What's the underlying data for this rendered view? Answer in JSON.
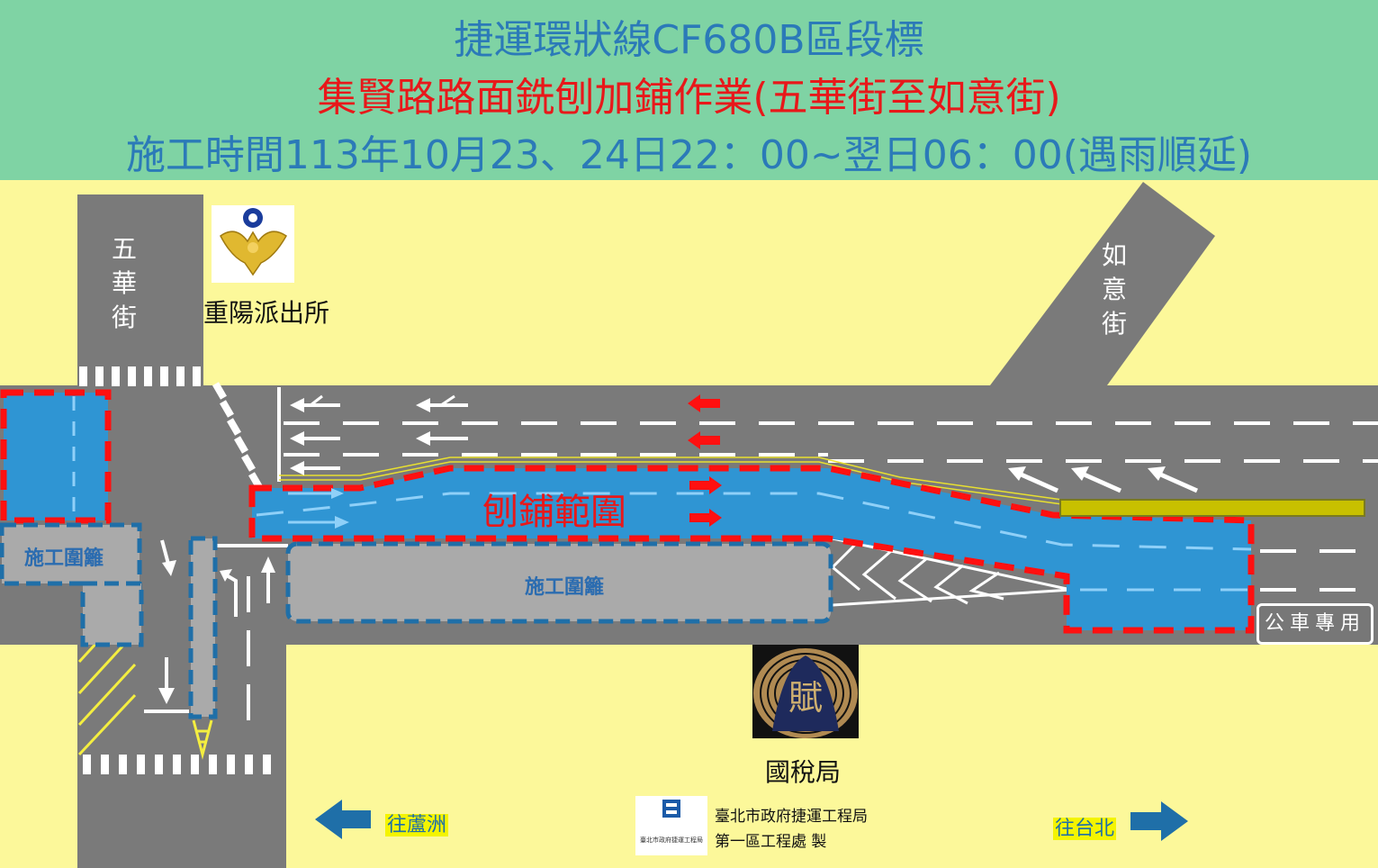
{
  "header": {
    "line1": "捷運環狀線CF680B區段標",
    "line2": "集賢路路面銑刨加鋪作業(五華街至如意街)",
    "line3": "施工時間113年10月23、24日22：00~翌日06：00(遇雨順延)"
  },
  "streets": {
    "wuhua": [
      "五",
      "華",
      "街"
    ],
    "ruyi": [
      "如",
      "意",
      "街"
    ]
  },
  "landmarks": {
    "police": "重陽派出所",
    "tax": "國稅局",
    "tax_seal_text": "賦"
  },
  "zones": {
    "milling": "刨鋪範圍",
    "fence_left": "施工圍籬",
    "fence_center": "施工圍籬"
  },
  "bus_lane": "公車專用",
  "directions": {
    "left": "往蘆洲",
    "right": "往台北"
  },
  "credit": {
    "line1": "臺北市政府捷運工程局",
    "line2": "第一區工程處 製",
    "logo_text": "臺北市政府捷運工程局"
  },
  "colors": {
    "header_bg": "#7fd3a4",
    "map_bg": "#fcf89a",
    "road": "#7a7a7a",
    "work_area": "#2f95d3",
    "boundary": "#ff1010",
    "fence": "#aaaaaa",
    "arrow": "#1f6fa8"
  },
  "icons": [
    "police-emblem-icon",
    "tax-bureau-seal-icon",
    "metro-logo-icon",
    "arrow-left-icon",
    "arrow-right-icon"
  ]
}
